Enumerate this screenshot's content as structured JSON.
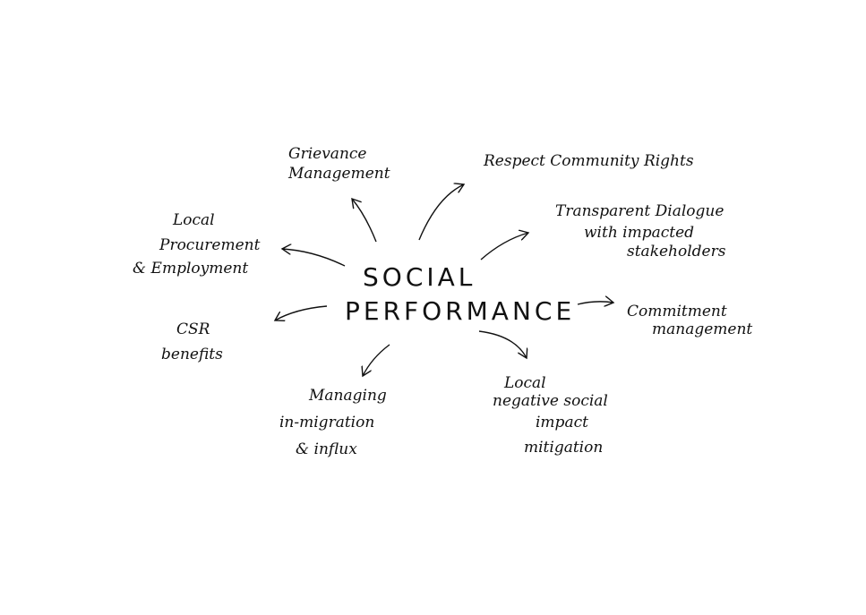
{
  "center": {
    "line1": "SOCIAL",
    "line2": "PERFORMANCE"
  },
  "nodes": {
    "grievance": {
      "line1": "Grievance",
      "line2": "Management"
    },
    "respect": {
      "line1": "Respect Community Rights"
    },
    "dialogue": {
      "line1": "Transparent Dialogue",
      "line2": "with impacted",
      "line3": "stakeholders"
    },
    "commitment": {
      "line1": "Commitment",
      "line2": "management"
    },
    "negative": {
      "line1": "Local",
      "line2": "negative social",
      "line3": "impact",
      "line4": "mitigation"
    },
    "migration": {
      "line1": "Managing",
      "line2": "in-migration",
      "line3": "& influx"
    },
    "csr": {
      "line1": "CSR",
      "line2": "benefits"
    },
    "procurement": {
      "line1": "Local",
      "line2": "Procurement",
      "line3": "& Employment"
    }
  },
  "colors": {
    "ink": "#111111",
    "background": "#ffffff"
  }
}
